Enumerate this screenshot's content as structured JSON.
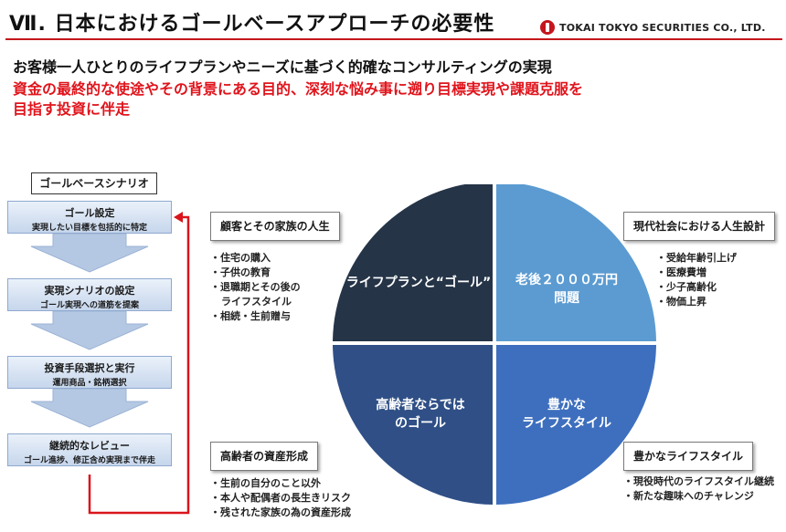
{
  "header": {
    "title": "Ⅶ. 日本におけるゴールベースアプローチの必要性",
    "logo_text": "TOKAI TOKYO SECURITIES CO., LTD."
  },
  "lead": {
    "line1": "お客様一人ひとりのライフプランやニーズに基づく的確なコンサルティングの実現",
    "line2": "資金の最終的な使途やその背景にある目的、深刻な悩み事に遡り目標実現や課題克服を",
    "line3": "目指す投資に伴走"
  },
  "scenario": {
    "label": "ゴールベースシナリオ",
    "steps": [
      {
        "title": "ゴール設定",
        "sub": "実現したい目標を包括的に特定"
      },
      {
        "title": "実現シナリオの設定",
        "sub": "ゴール実現への道筋を提案"
      },
      {
        "title": "投資手段選択と実行",
        "sub": "運用商品・銘柄選択"
      },
      {
        "title": "継続的なレビュー",
        "sub": "ゴール進捗、修正含め実現まで伴走"
      }
    ]
  },
  "diagram": {
    "top_left": "ライフプランと“ゴール”",
    "top_right_1": "老後２０００万円",
    "top_right_2": "問題",
    "bottom_left_1": "高齢者ならでは",
    "bottom_left_2": "のゴール",
    "bottom_right_1": "豊かな",
    "bottom_right_2": "ライフスタイル",
    "colors": {
      "top_left": "#253447",
      "top_right": "#5b9bd1",
      "bottom_left": "#2f4f86",
      "bottom_right": "#3e6fbe"
    }
  },
  "boxes": {
    "family": {
      "title": "顧客とその家族の人生",
      "items": [
        "住宅の購入",
        "子供の教育",
        "退職期とその後の",
        "ライフスタイル",
        "相続・生前贈与"
      ]
    },
    "society": {
      "title": "現代社会における人生設計",
      "items": [
        "受給年齢引上げ",
        "医療費増",
        "少子高齢化",
        "物価上昇"
      ]
    },
    "elderly": {
      "title": "高齢者の資産形成",
      "items": [
        "生前の自分のこと以外",
        "本人や配偶者の長生きリスク",
        "残された家族の為の資産形成"
      ]
    },
    "rich": {
      "title": "豊かなライフスタイル",
      "items": [
        "現役時代のライフスタイル継続",
        "新たな趣味へのチャレンジ"
      ]
    }
  },
  "colors": {
    "accent_red": "#c4161c",
    "lead_red": "#e0141c",
    "step_border": "#8fa9cf"
  }
}
